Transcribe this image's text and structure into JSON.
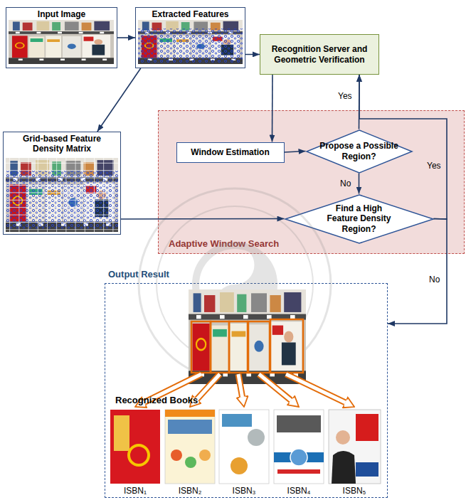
{
  "diagram": {
    "nodes": [
      {
        "text": [
          "Input Image"
        ]
      },
      {
        "text": [
          "Extracted Features"
        ]
      },
      {
        "text": [
          "Recognition Server and Geometric Verification"
        ]
      },
      {
        "text": [
          "Adaptive Window Search"
        ]
      },
      {
        "text": [
          "Window Estimation"
        ],
        "in": 3
      },
      {
        "text": [
          "Propose a Possible Region?"
        ],
        "in": 3
      },
      {
        "text": [
          "Find a High Feature Density Region?"
        ],
        "in": 3
      },
      {
        "text": [
          "Grid-based Feature Density Matrix"
        ]
      },
      {
        "text": [
          "Output Result"
        ]
      }
    ],
    "edges": [
      {
        "from": 0,
        "to": 1,
        "arrow": "to"
      },
      {
        "from": 1,
        "to": 7,
        "arrow": "to"
      },
      {
        "from": 1,
        "to": 2,
        "arrow": "to"
      },
      {
        "from": 2,
        "to": 4,
        "arrow": "to"
      },
      {
        "from": 4,
        "to": 5,
        "arrow": "to"
      },
      {
        "from": 5,
        "to": 2,
        "label": "Yes",
        "arrow": "to"
      },
      {
        "from": 5,
        "to": 6,
        "label": "No",
        "arrow": "to"
      },
      {
        "from": 7,
        "to": 6,
        "arrow": "to"
      },
      {
        "from": 6,
        "to": 2,
        "label": "Yes",
        "arrow": "to"
      },
      {
        "from": 6,
        "to": 8,
        "label": "No",
        "arrow": "to"
      }
    ],
    "labels": [
      "Recognized Books",
      "ISBN₁",
      "ISBN₂",
      "ISBN₃",
      "ISBN₄",
      "ISBN₅"
    ]
  }
}
